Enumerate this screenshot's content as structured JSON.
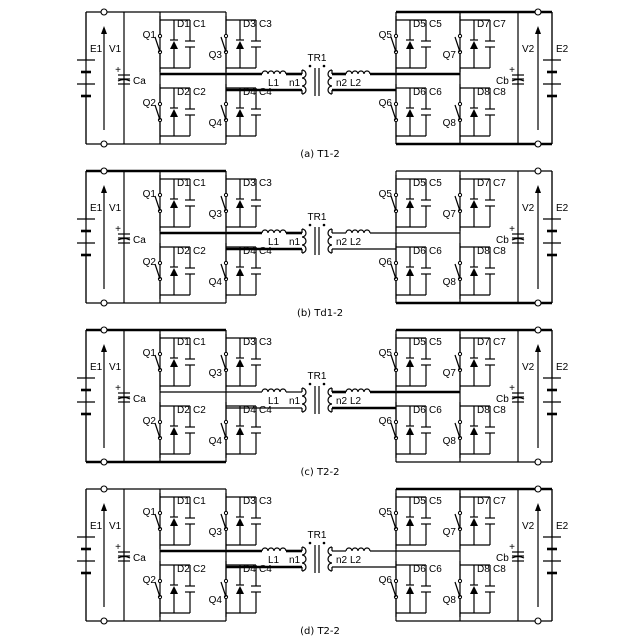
{
  "labels": {
    "e1": "E1",
    "v1": "V1",
    "ca": "Ca",
    "q1": "Q1",
    "q2": "Q2",
    "q3": "Q3",
    "q4": "Q4",
    "d1": "D1",
    "d2": "D2",
    "d3": "D3",
    "d4": "D4",
    "c1": "C1",
    "c2": "C2",
    "c3": "C3",
    "c4": "C4",
    "l1": "L1",
    "n1": "n1",
    "tr1": "TR1",
    "n2": "n2",
    "l2": "L2",
    "q5": "Q5",
    "q6": "Q6",
    "q7": "Q7",
    "q8": "Q8",
    "d5": "D5",
    "d6": "D6",
    "d7": "D7",
    "d8": "D8",
    "c5": "C5",
    "c6": "C6",
    "c7": "C7",
    "c8": "C8",
    "cb": "Cb",
    "v2": "V2",
    "e2": "E2"
  },
  "panels": [
    {
      "caption": "(a)  T1-2"
    },
    {
      "caption": "(b)  Td1-2"
    },
    {
      "caption": "(c)  T2-2"
    },
    {
      "caption": "(d)  T2-2"
    }
  ]
}
